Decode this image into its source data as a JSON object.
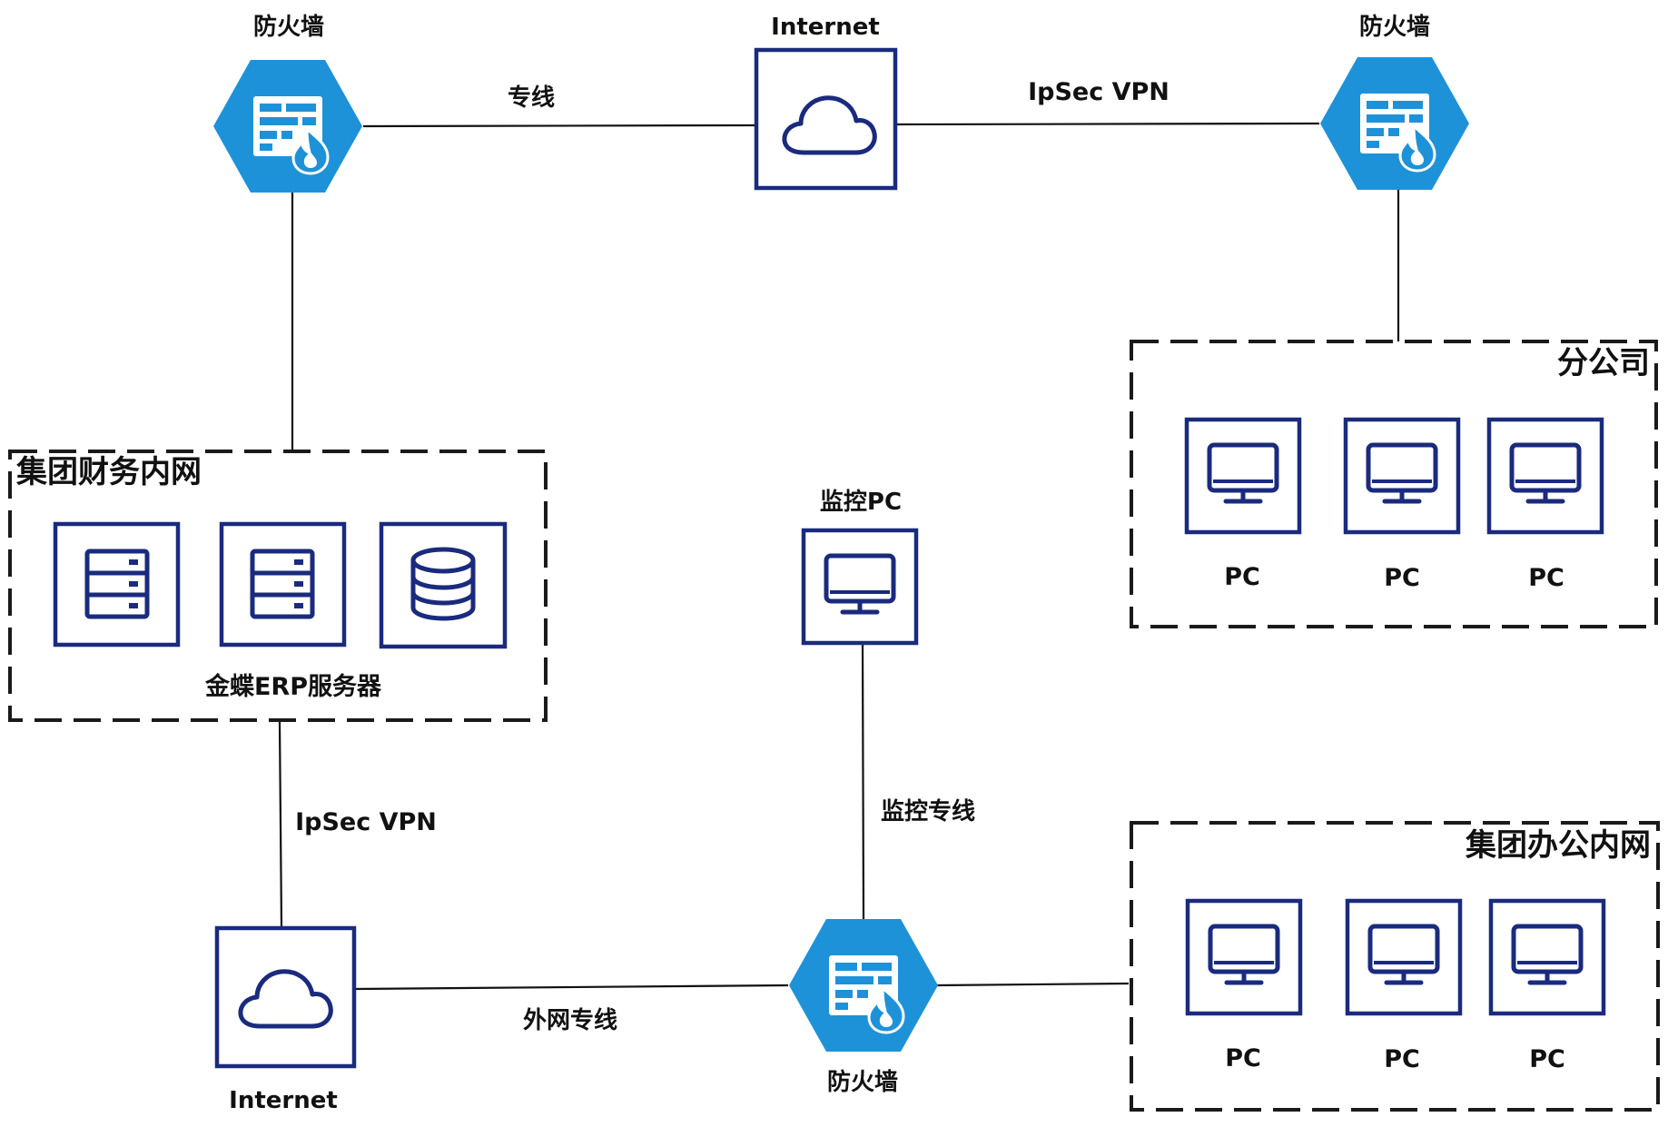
{
  "colors": {
    "navy": "#1a2b7e",
    "hex_fill": "#1e92d8",
    "line": "#111111",
    "background": "#ffffff"
  },
  "nodes": {
    "fw_top_left": {
      "label": "防火墙",
      "icon": "firewall-icon"
    },
    "internet_top": {
      "label": "Internet",
      "icon": "cloud-icon"
    },
    "fw_top_right": {
      "label": "防火墙",
      "icon": "firewall-icon"
    },
    "monitor_pc": {
      "label": "监控PC",
      "icon": "monitor-icon"
    },
    "internet_bottom": {
      "label": "Internet",
      "icon": "cloud-icon"
    },
    "fw_bottom": {
      "label": "防火墙",
      "icon": "firewall-icon"
    }
  },
  "groups": {
    "finance": {
      "title": "集团财务内网",
      "caption": "金蝶ERP服务器",
      "icons": [
        "server-icon",
        "server-icon",
        "database-icon"
      ]
    },
    "branch": {
      "title": "分公司",
      "pcs": [
        "PC",
        "PC",
        "PC"
      ]
    },
    "office": {
      "title": "集团办公内网",
      "pcs": [
        "PC",
        "PC",
        "PC"
      ]
    }
  },
  "edges": {
    "fw_tl_to_internet": "专线",
    "internet_to_fw_tr": "IpSec VPN",
    "finance_to_internet_bottom": "IpSec VPN",
    "monitor_to_fw_bottom": "监控专线",
    "internet_bottom_to_fw_bottom": "外网专线"
  }
}
